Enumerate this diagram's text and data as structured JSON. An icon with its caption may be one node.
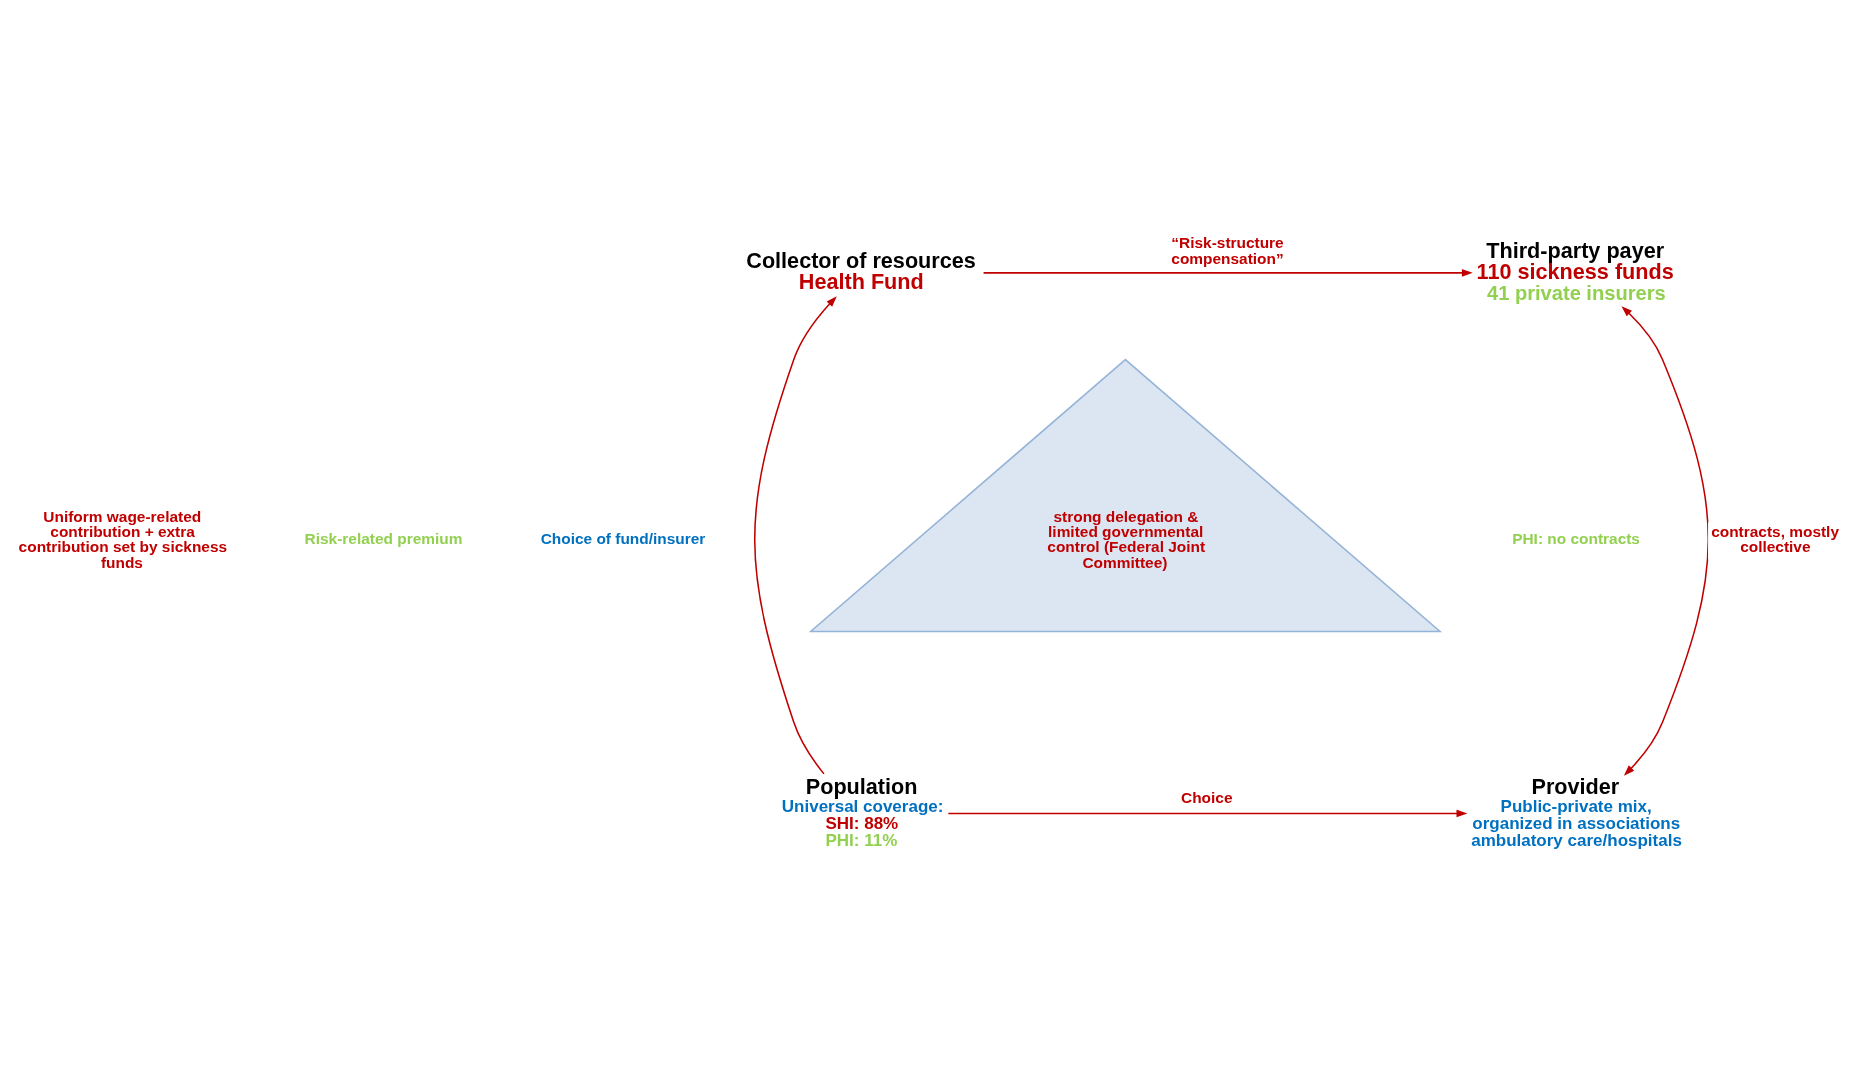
{
  "diagram": {
    "nodes": [
      {
        "text": [
          "Collector of resources",
          "Health Fund"
        ]
      },
      {
        "text": [
          "Third-party payer",
          "110 sickness funds",
          "41 private insurers"
        ]
      },
      {
        "text": [
          "Population",
          "Universal coverage:",
          "SHI: 88%",
          "PHI: 11%"
        ]
      },
      {
        "text": [
          "Provider",
          "Public-private mix, organized in associations ambulatory care/hospitals"
        ]
      },
      {
        "text": [
          "strong delegation & limited governmental control (Federal Joint Committee)"
        ]
      }
    ],
    "edges": [
      {
        "from": 0,
        "to": 1,
        "arrow": "to",
        "label": "“Risk-structure compensation”"
      },
      {
        "from": 2,
        "to": 0,
        "arrow": "to"
      },
      {
        "from": 1,
        "to": 3,
        "arrow": "both",
        "label": "contracts, mostly collective"
      },
      {
        "from": 2,
        "to": 3,
        "arrow": "to",
        "label": "Choice"
      }
    ],
    "labels": [
      "Uniform wage-related contribution + extra contribution set by sickness funds",
      "Risk-related premium",
      "Choice of fund/insurer",
      "PHI: no contracts"
    ]
  }
}
